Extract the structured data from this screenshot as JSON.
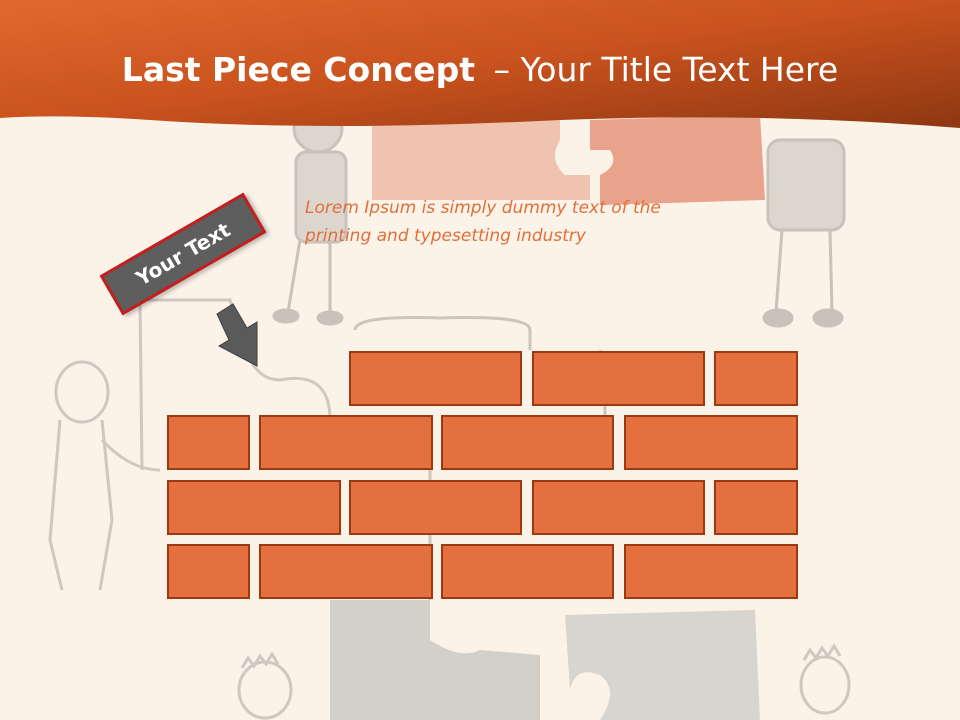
{
  "slide": {
    "title_bold": "Last Piece Concept",
    "title_rest": "– Your Title Text Here",
    "body_text": "Lorem Ipsum is simply dummy text of the printing and typesetting industry",
    "tag_label": "Your Text"
  },
  "colors": {
    "header": "#c9521e",
    "header_dark": "#8e3712",
    "brick": "#e3703e",
    "brick_border": "#9b3a12",
    "body_text": "#e0703a",
    "tag_fill": "#5e5e5e",
    "tag_border": "#c41f1f",
    "background": "#fbf2e8"
  },
  "icons": [
    "down-arrow-icon"
  ]
}
